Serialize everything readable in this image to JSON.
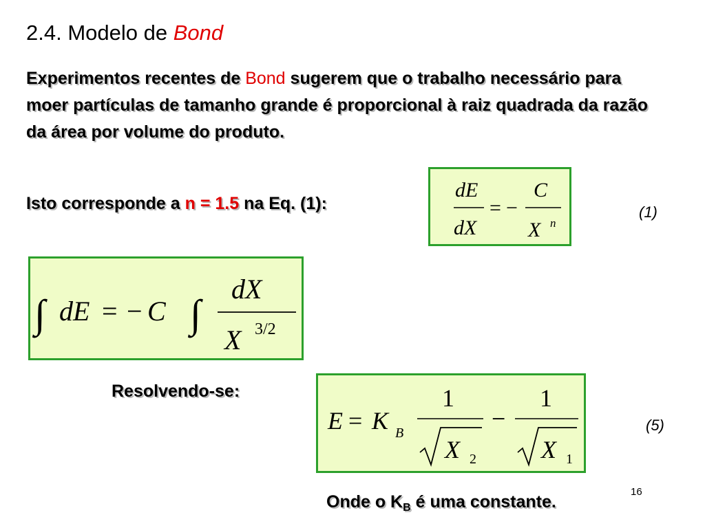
{
  "title": {
    "prefix": "2.4. Modelo de ",
    "highlight": "Bond"
  },
  "paragraph": {
    "part1": "Experimentos recentes de ",
    "highlight": "Bond",
    "part2": " sugerem que o trabalho necessário para moer partículas de tamanho grande é proporcional à raiz quadrada da razão da área por volume do produto."
  },
  "isto": {
    "part1": "Isto corresponde a ",
    "highlight": "n = 1.5",
    "part2": " na Eq. (1):"
  },
  "eq1": {
    "num_left": "dE",
    "den_left": "dX",
    "eq": "=",
    "minus": "−",
    "num_right": "C",
    "den_right": "X",
    "exp": "n",
    "label": "(1)"
  },
  "eq_integral": {
    "integral": "∫",
    "dE": "dE",
    "eq": "=",
    "minus": "−",
    "C": "C",
    "num": "dX",
    "den": "X",
    "exp": "3/2"
  },
  "resolvendo": "Resolvendo-se:",
  "eq5": {
    "E": "E",
    "eq": "=",
    "K": "K",
    "K_sub": "B",
    "num1": "1",
    "X1": "X",
    "X1_sub": "2",
    "minus": "−",
    "num2": "1",
    "X2": "X",
    "X2_sub": "1",
    "label": "(5)"
  },
  "onde": {
    "part1": "Onde o K",
    "sub": "B",
    "part2": " é uma constante."
  },
  "page_number": "16",
  "colors": {
    "highlight": "#e00000",
    "box_fill": "#f0fcc8",
    "box_border": "#2ca02c"
  }
}
